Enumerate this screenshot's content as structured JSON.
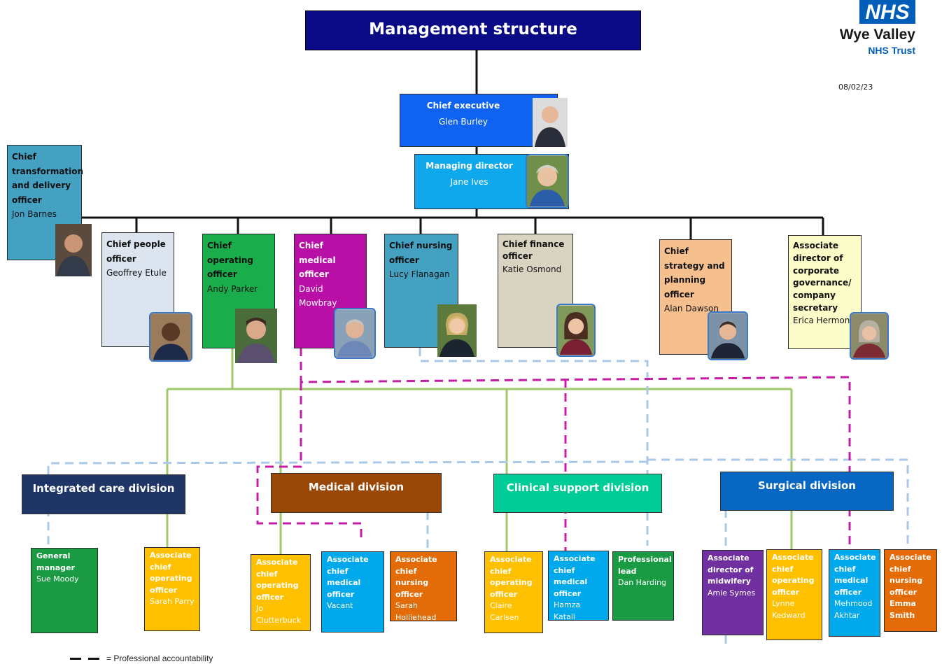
{
  "title": "Management structure",
  "logo": {
    "badge": "NHS",
    "name": "Wye Valley",
    "sub": "NHS Trust"
  },
  "date": "08/02/23",
  "chief_executive": {
    "title": "Chief executive",
    "name": "Glen Burley"
  },
  "managing_director": {
    "title": "Managing director",
    "name": "Jane Ives"
  },
  "transformation": {
    "title": "Chief transformation and delivery officer",
    "name": "Jon Barnes"
  },
  "people": {
    "title": "Chief people officer",
    "name": "Geoffrey Etule"
  },
  "operating": {
    "title": "Chief operating officer",
    "name": "Andy Parker"
  },
  "medical": {
    "title": "Chief medical officer",
    "name": "David Mowbray"
  },
  "nursing": {
    "title": "Chief nursing officer",
    "name": "Lucy Flanagan"
  },
  "finance": {
    "title": "Chief finance officer",
    "name": "Katie Osmond"
  },
  "strategy": {
    "title": "Chief strategy and planning officer",
    "name": "Alan Dawson"
  },
  "governance": {
    "title": "Associate director of corporate governance/ company secretary",
    "name": "Erica Hermon"
  },
  "divisions": {
    "integrated": "Integrated care division",
    "medical": "Medical division",
    "clinical": "Clinical support division",
    "surgical": "Surgical division"
  },
  "leaves": {
    "gm": {
      "title": "General manager",
      "name": "Sue Moody"
    },
    "ic_acoo": {
      "title": "Associate chief operating officer",
      "name": "Sarah Parry"
    },
    "med_acoo": {
      "title": "Associate chief operating officer",
      "name": "Jo Clutterbuck"
    },
    "med_acmo": {
      "title": "Associate chief medical officer",
      "name": "Vacant"
    },
    "med_acno": {
      "title": "Associate chief nursing officer",
      "name": "Sarah Holliehead"
    },
    "cs_acoo": {
      "title": "Associate chief operating officer",
      "name": "Claire Carlsen"
    },
    "cs_acmo": {
      "title": "Associate chief medical officer",
      "name": "Hamza Katali"
    },
    "cs_pl": {
      "title": "Professional lead",
      "name": "Dan Harding"
    },
    "sur_adm": {
      "title": "Associate director of midwifery",
      "name": "Amie Symes"
    },
    "sur_acoo": {
      "title": "Associate chief operating officer",
      "name": "Lynne Kedward"
    },
    "sur_acmo": {
      "title": "Associate chief medical officer",
      "name": "Mehmood Akhtar"
    },
    "sur_acno": {
      "title": "Associate chief nursing officer",
      "name": "Emma Smith"
    }
  },
  "legend": "= Professional accountability",
  "colors": {
    "title_bg": "#0a0a87",
    "nhs_blue": "#005eb8",
    "ce": "#0f63f0",
    "md": "#10a8ec",
    "transformation": "#45a1c2",
    "people": "#dbe4ef",
    "operating": "#1aad4b",
    "medical": "#b80fa7",
    "nursing": "#45a1c2",
    "finance": "#d9d4c2",
    "strategy": "#f5bf8e",
    "governance": "#fcfcc8",
    "integrated_div": "#1f3566",
    "medical_div": "#984706",
    "clinical_div": "#00cc97",
    "surgical_div": "#0767c2",
    "green_leaf": "#1a9a43",
    "yellow_leaf": "#ffc000",
    "blue_leaf": "#00a9eb",
    "orange_leaf": "#e36c09",
    "purple_leaf": "#7030a0"
  }
}
